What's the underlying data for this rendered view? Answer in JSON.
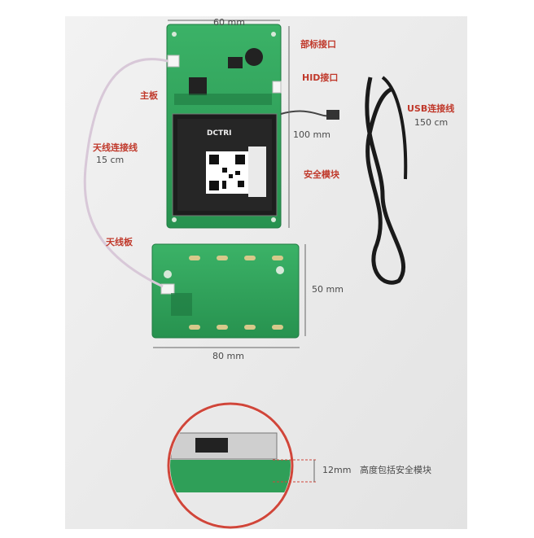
{
  "dimensions": {
    "width_top": "60 mm",
    "height_main": "100 mm",
    "antenna_height": "50 mm",
    "antenna_width": "80 mm",
    "thickness": "12mm"
  },
  "labels": {
    "bus_port": "部标接口",
    "hid_port": "HID接口",
    "main_board": "主板",
    "antenna_cable": "天线连接线",
    "antenna_cable_len": "15 cm",
    "security_module": "安全模块",
    "antenna_board": "天线板",
    "usb_cable": "USB连接线",
    "usb_cable_len": "150 cm",
    "thickness_note": "高度包括安全模块"
  },
  "board_text": {
    "brand": "DCTRI"
  },
  "colors": {
    "pcb": "#2fa35a",
    "label_red": "#c0392b"
  }
}
